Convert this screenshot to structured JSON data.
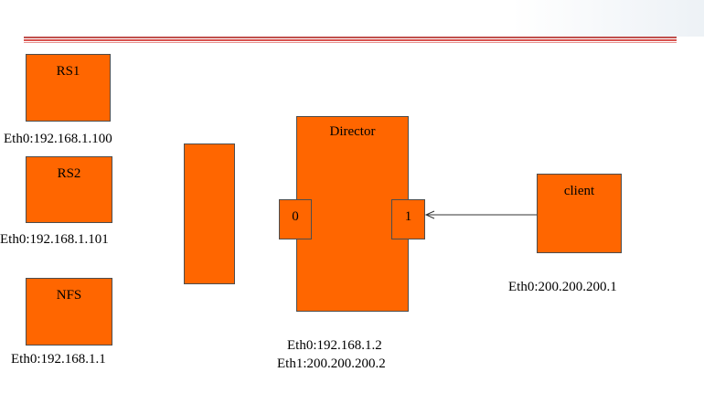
{
  "colors": {
    "node_fill": "#ff6600",
    "node_border": "#4d4d4d",
    "rule_dark": "#c0504d",
    "rule_mid": "#d9534f",
    "rule_light": "#e8918e",
    "arrow": "#333333"
  },
  "nodes": {
    "rs1": {
      "title": "RS1",
      "address": "Eth0:192.168.1.100"
    },
    "rs2": {
      "title": "RS2",
      "address": "Eth0:192.168.1.101"
    },
    "nfs": {
      "title": "NFS",
      "address": "Eth0:192.168.1.1"
    },
    "director": {
      "title": "Director",
      "port0": "0",
      "port1": "1",
      "address_eth0": "Eth0:192.168.1.2",
      "address_eth1": "Eth1:200.200.200.2"
    },
    "client": {
      "title": "client",
      "address": "Eth0:200.200.200.1"
    }
  }
}
